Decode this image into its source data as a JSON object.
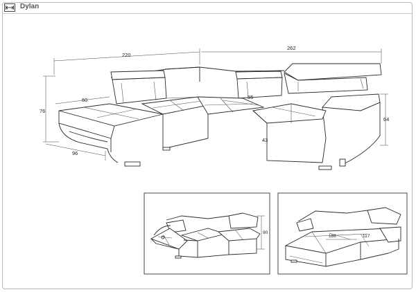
{
  "header": {
    "title": "Dylan",
    "icon": "width-arrows-icon"
  },
  "main_diagram": {
    "dims": {
      "width_left": "220",
      "width_right": "262",
      "seat_depth": "60",
      "back_depth": "55",
      "height_left": "76",
      "height_right": "64",
      "seat_height": "43",
      "chaise_depth": "96"
    }
  },
  "inset_left": {
    "dims": {
      "height": "90"
    }
  },
  "inset_right": {
    "dims": {
      "bed_width": "186",
      "bed_length": "117"
    }
  }
}
